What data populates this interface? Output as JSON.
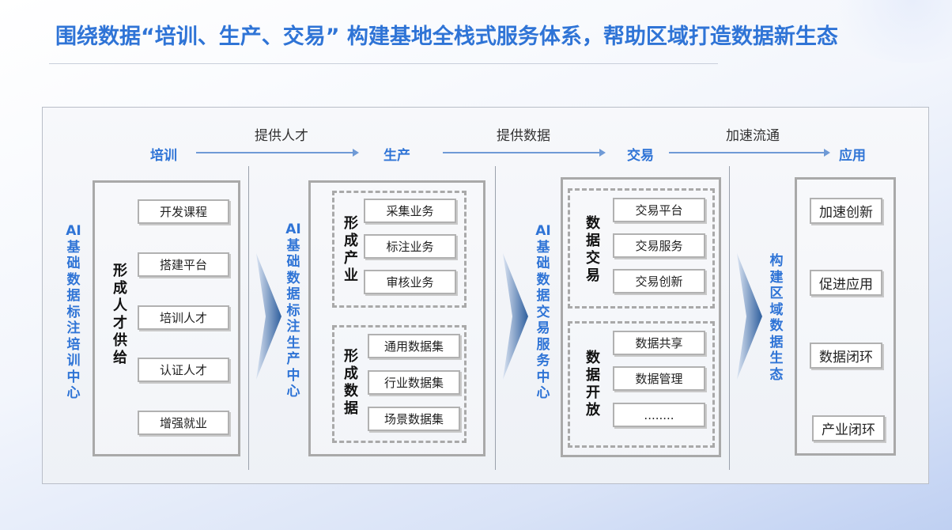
{
  "title": "围绕数据“培训、生产、交易” 构建基地全栈式服务体系，帮助区域打造数据新生态",
  "stages": [
    "培训",
    "生产",
    "交易",
    "应用"
  ],
  "flows": [
    "提供人才",
    "提供数据",
    "加速流通"
  ],
  "centers": {
    "training": "AI\n基\n础\n数\n据\n标\n注\n培\n训\n中\n心",
    "production": "AI\n基\n础\n数\n据\n标\n注\n生\n产\n中\n心",
    "trade": "AI\n基\n础\n数\n据\n交\n易\n服\n务\n中\n心",
    "ecosystem": "构\n建\n区\n域\n数\n据\n生\n态"
  },
  "training": {
    "label": "形\n成\n人\n才\n供\n给",
    "items": [
      "开发课程",
      "搭建平台",
      "培训人才",
      "认证人才",
      "增强就业"
    ]
  },
  "production": {
    "industry": {
      "label": "形\n成\n产\n业",
      "items": [
        "采集业务",
        "标注业务",
        "审核业务"
      ]
    },
    "data": {
      "label": "形\n成\n数\n据",
      "items": [
        "通用数据集",
        "行业数据集",
        "场景数据集"
      ]
    }
  },
  "trade": {
    "exchange": {
      "label": "数\n据\n交\n易",
      "items": [
        "交易平台",
        "交易服务",
        "交易创新"
      ]
    },
    "open": {
      "label": "数\n据\n开\n放",
      "items": [
        "数据共享",
        "数据管理",
        "........"
      ]
    }
  },
  "application": {
    "items": [
      "加速创新",
      "促进应用",
      "数据闭环",
      "产业闭环"
    ]
  },
  "colors": {
    "accent": "#2f74d6",
    "arrow": "#6f9ad6",
    "chevron": "#2f5f9e",
    "border": "#a9a9a9"
  }
}
